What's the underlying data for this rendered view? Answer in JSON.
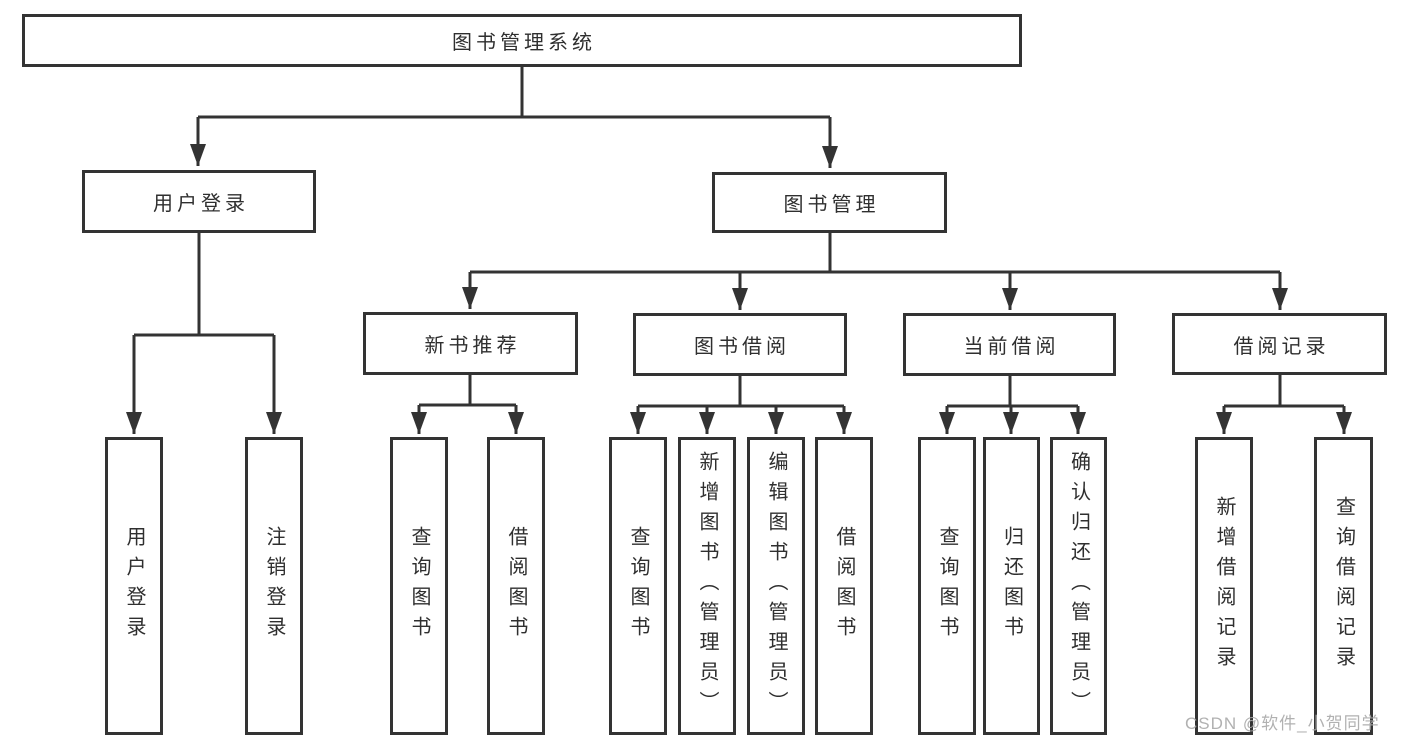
{
  "diagram": {
    "root": "图书管理系统",
    "branches": [
      {
        "label": "用户登录",
        "children": [
          "用户登录",
          "注销登录"
        ]
      },
      {
        "label": "图书管理",
        "groups": [
          {
            "label": "新书推荐",
            "children": [
              "查询图书",
              "借阅图书"
            ]
          },
          {
            "label": "图书借阅",
            "children": [
              "查询图书",
              "新增图书（管理员）",
              "编辑图书（管理员）",
              "借阅图书"
            ]
          },
          {
            "label": "当前借阅",
            "children": [
              "查询图书",
              "归还图书",
              "确认归还（管理员）"
            ]
          },
          {
            "label": "借阅记录",
            "children": [
              "新增借阅记录",
              "查询借阅记录"
            ]
          }
        ]
      }
    ]
  },
  "watermark": "CSDN @软件_小贺同学",
  "colors": {
    "line": "#333333",
    "text": "#2f2f2f",
    "watermark": "#a8a8a8",
    "background": "#ffffff"
  }
}
